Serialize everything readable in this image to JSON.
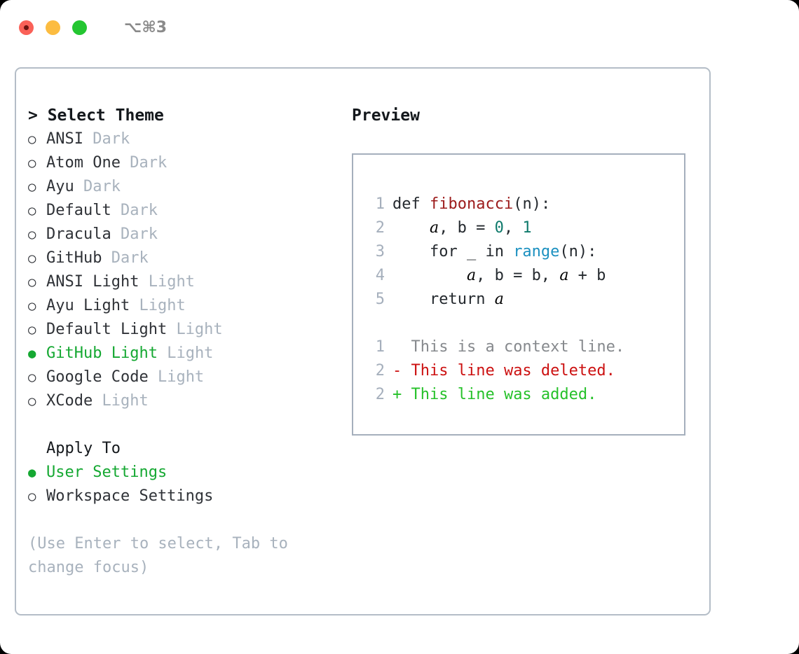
{
  "titlebar": {
    "shortcut": "⌥⌘3",
    "buttons": [
      {
        "name": "close",
        "color": "#fa6158"
      },
      {
        "name": "minimize",
        "color": "#fcbc40"
      },
      {
        "name": "zoom",
        "color": "#24c631"
      }
    ]
  },
  "theme_panel": {
    "heading": "> Select Theme",
    "items": [
      {
        "marker": "○",
        "name": "ANSI",
        "tag": "Dark",
        "selected": false
      },
      {
        "marker": "○",
        "name": "Atom One",
        "tag": "Dark",
        "selected": false
      },
      {
        "marker": "○",
        "name": "Ayu",
        "tag": "Dark",
        "selected": false
      },
      {
        "marker": "○",
        "name": "Default",
        "tag": "Dark",
        "selected": false
      },
      {
        "marker": "○",
        "name": "Dracula",
        "tag": "Dark",
        "selected": false
      },
      {
        "marker": "○",
        "name": "GitHub",
        "tag": "Dark",
        "selected": false
      },
      {
        "marker": "○",
        "name": "ANSI Light",
        "tag": "Light",
        "selected": false
      },
      {
        "marker": "○",
        "name": "Ayu Light",
        "tag": "Light",
        "selected": false
      },
      {
        "marker": "○",
        "name": "Default Light",
        "tag": "Light",
        "selected": false
      },
      {
        "marker": "●",
        "name": "GitHub Light",
        "tag": "Light",
        "selected": true
      },
      {
        "marker": "○",
        "name": "Google Code",
        "tag": "Light",
        "selected": false
      },
      {
        "marker": "○",
        "name": "XCode",
        "tag": "Light",
        "selected": false
      }
    ]
  },
  "apply_to": {
    "heading": "Apply To",
    "items": [
      {
        "marker": "●",
        "name": "User Settings",
        "selected": true
      },
      {
        "marker": "○",
        "name": "Workspace Settings",
        "selected": false
      }
    ]
  },
  "hint": "(Use Enter to select, Tab to change focus)",
  "preview": {
    "title": "Preview",
    "code_lines": [
      {
        "num": "1",
        "tokens": [
          {
            "t": "def ",
            "c": "plain"
          },
          {
            "t": "fibonacci",
            "c": "fn"
          },
          {
            "t": "(n):",
            "c": "plain"
          }
        ]
      },
      {
        "num": "2",
        "tokens": [
          {
            "t": "    ",
            "c": "plain"
          },
          {
            "t": "a",
            "c": "var"
          },
          {
            "t": ", b = ",
            "c": "plain"
          },
          {
            "t": "0",
            "c": "num"
          },
          {
            "t": ", ",
            "c": "plain"
          },
          {
            "t": "1",
            "c": "num"
          }
        ]
      },
      {
        "num": "3",
        "tokens": [
          {
            "t": "    for _ in ",
            "c": "plain"
          },
          {
            "t": "range",
            "c": "call"
          },
          {
            "t": "(n):",
            "c": "plain"
          }
        ]
      },
      {
        "num": "4",
        "tokens": [
          {
            "t": "        ",
            "c": "plain"
          },
          {
            "t": "a",
            "c": "var"
          },
          {
            "t": ", b = b, ",
            "c": "plain"
          },
          {
            "t": "a",
            "c": "var"
          },
          {
            "t": " + b",
            "c": "plain"
          }
        ]
      },
      {
        "num": "5",
        "tokens": [
          {
            "t": "    return ",
            "c": "plain"
          },
          {
            "t": "a",
            "c": "var"
          }
        ]
      }
    ],
    "diff_lines": [
      {
        "num": "1",
        "sign": " ",
        "text": " This is a context line.",
        "kind": "context"
      },
      {
        "num": "2",
        "sign": "-",
        "text": " This line was deleted.",
        "kind": "deleted"
      },
      {
        "num": "2",
        "sign": "+",
        "text": " This line was added.",
        "kind": "added"
      }
    ]
  },
  "colors": {
    "accent_green": "#15a832",
    "muted": "#a8b2bd",
    "border": "#b4bdc7",
    "code_function": "#9c1b1b",
    "code_number": "#0f7a6c",
    "code_call": "#1b90c0",
    "diff_deleted": "#cc1111",
    "diff_added": "#26c12a"
  }
}
